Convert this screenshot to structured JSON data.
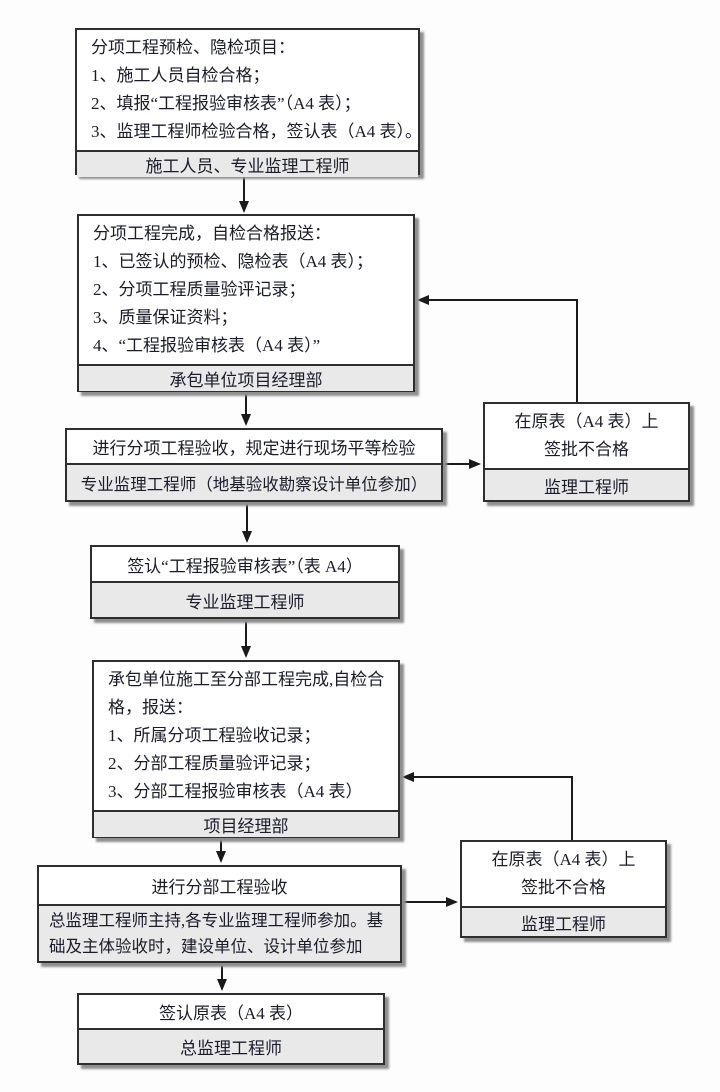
{
  "colors": {
    "background": "#fdfdfd",
    "box_background": "#ffffff",
    "footer_background": "#e9e9e9",
    "border": "#2e2e2e",
    "text": "#1b1b2b",
    "connector": "#1a1a1a"
  },
  "steps": {
    "step1": {
      "lines": [
        "分项工程预检、隐检项目：",
        "1、施工人员自检合格；",
        "2、填报“工程报验审核表”（A4 表）；",
        "3、监理工程师检验合格，签认表（A4 表）。"
      ],
      "footer": "施工人员、专业监理工程师"
    },
    "step2": {
      "lines": [
        "分项工程完成，自检合格报送：",
        "1、已签认的预检、隐检表（A4 表）；",
        "2、分项工程质量验评记录；",
        "3、质量保证资料；",
        "4、“工程报验审核表（A4 表）”"
      ],
      "footer": "承包单位项目经理部"
    },
    "step3": {
      "title": "进行分项工程验收，规定进行现场平等检验",
      "footer": "专业监理工程师（地基验收勘察设计单位参加）"
    },
    "step4": {
      "title": "签认“工程报验审核表”（表 A4）",
      "footer": "专业监理工程师"
    },
    "step5": {
      "lines": [
        "承包单位施工至分部工程完成,自检合",
        "格，报送：",
        "1、所属分项工程验收记录；",
        "2、分部工程质量验评记录；",
        "3、分部工程报验审核表（A4 表）"
      ],
      "footer": "项目经理部"
    },
    "step6": {
      "title": "进行分部工程验收",
      "footer_lines": [
        "总监理工程师主持,各专业监理工程师参加。基",
        "础及主体验收时，建设单位、设计单位参加"
      ]
    },
    "step7": {
      "title": "签认原表（A4 表）",
      "footer": "总监理工程师"
    },
    "reject1": {
      "lines": [
        "在原表（A4 表）上",
        "签批不合格"
      ],
      "footer": "监理工程师"
    },
    "reject2": {
      "lines": [
        "在原表（A4 表）上",
        "签批不合格"
      ],
      "footer": "监理工程师"
    }
  }
}
